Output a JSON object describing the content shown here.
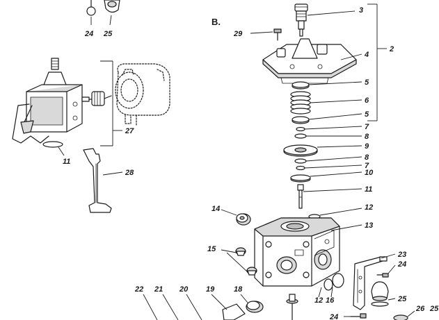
{
  "section_label": "B.",
  "callouts": {
    "c24_top": "24",
    "c25_top": "25",
    "c27": "27",
    "c11_left": "11",
    "c28": "28",
    "c29": "29",
    "c3": "3",
    "c4": "4",
    "c2": "2",
    "c5a": "5",
    "c6": "6",
    "c5b": "5",
    "c7a": "7",
    "c8a": "8",
    "c9": "9",
    "c8b": "8",
    "c7b": "7",
    "c10": "10",
    "c11_right": "11",
    "c12_right": "12",
    "c13": "13",
    "c14": "14",
    "c15": "15",
    "c23": "23",
    "c24_right": "24",
    "c25_right": "25",
    "c26": "26",
    "c25_edge": "25",
    "c24_bottom": "24",
    "c22": "22",
    "c21": "21",
    "c20": "20",
    "c19": "19",
    "c18": "18",
    "c12_bottom": "12",
    "c16": "16"
  }
}
